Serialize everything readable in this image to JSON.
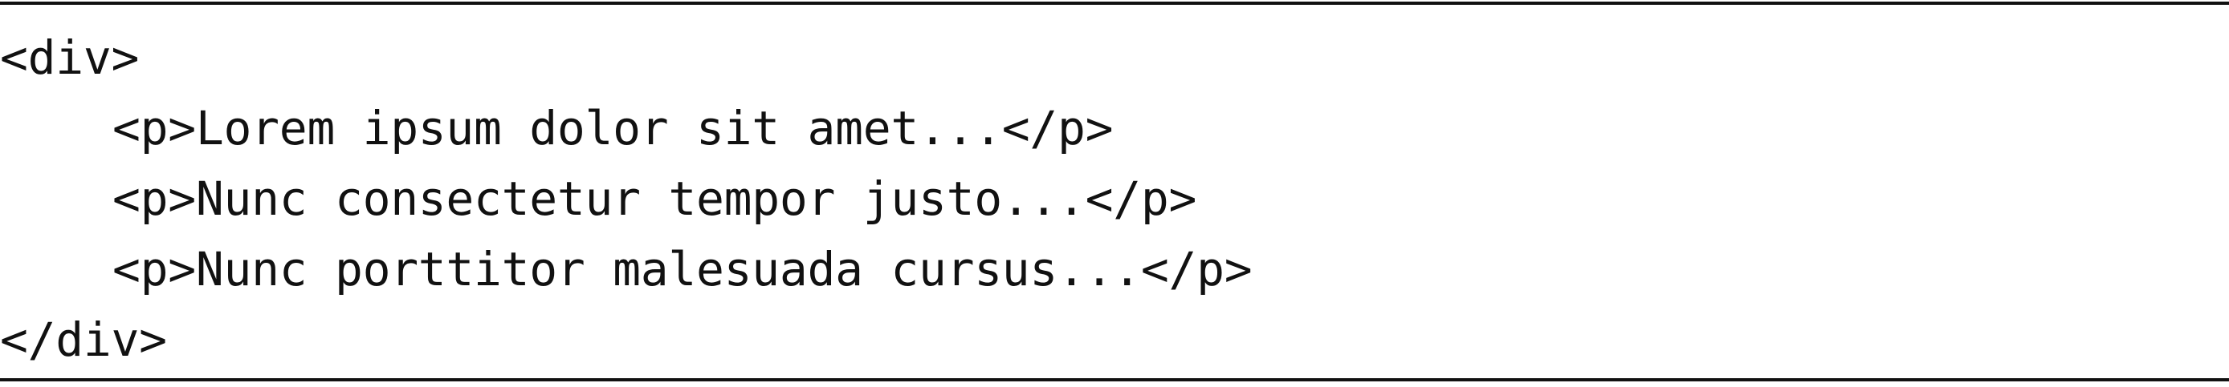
{
  "code": {
    "lines": [
      "<div>",
      "<p>Lorem ipsum dolor sit amet...</p>",
      "<p>Nunc consectetur tempor justo...</p>",
      "<p>Nunc porttitor malesuada cursus...</p>",
      "</div>"
    ]
  }
}
